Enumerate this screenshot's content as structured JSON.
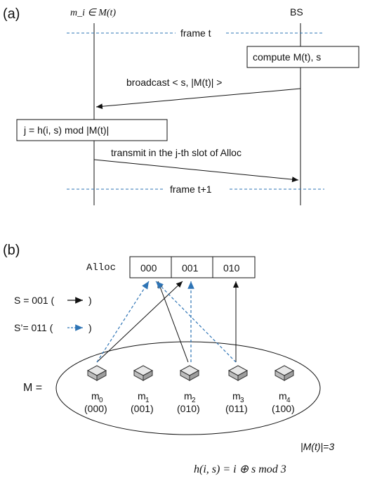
{
  "panel_a": {
    "label": "(a)",
    "node_label": "m_i ∈ M(t)",
    "bs_label": "BS",
    "frame_t": "frame t",
    "frame_t1": "frame t+1",
    "compute_box": "compute M(t), s",
    "broadcast_label": "broadcast < s, |M(t)| >",
    "slot_formula": "j = h(i, s) mod |M(t)|",
    "transmit_label": "transmit in the j-th slot of Alloc"
  },
  "panel_b": {
    "label": "(b)",
    "alloc_label": "Alloc",
    "slots": [
      "000",
      "001",
      "010"
    ],
    "s_label": "S = 001 (",
    "s_prime_label": "S’= 011 (",
    "close_paren": ")",
    "set_label": "M =",
    "nodes": [
      {
        "name": "m",
        "sub": "0",
        "code": "(000)"
      },
      {
        "name": "m",
        "sub": "1",
        "code": "(001)"
      },
      {
        "name": "m",
        "sub": "2",
        "code": "(010)"
      },
      {
        "name": "m",
        "sub": "3",
        "code": "(011)"
      },
      {
        "name": "m",
        "sub": "4",
        "code": "(100)"
      }
    ],
    "card_label": "|M(t)|=3",
    "hash_formula": "h(i, s) = i ⊕ s mod 3"
  },
  "colors": {
    "dashed_blue": "#2e74b5",
    "line": "#111111"
  }
}
